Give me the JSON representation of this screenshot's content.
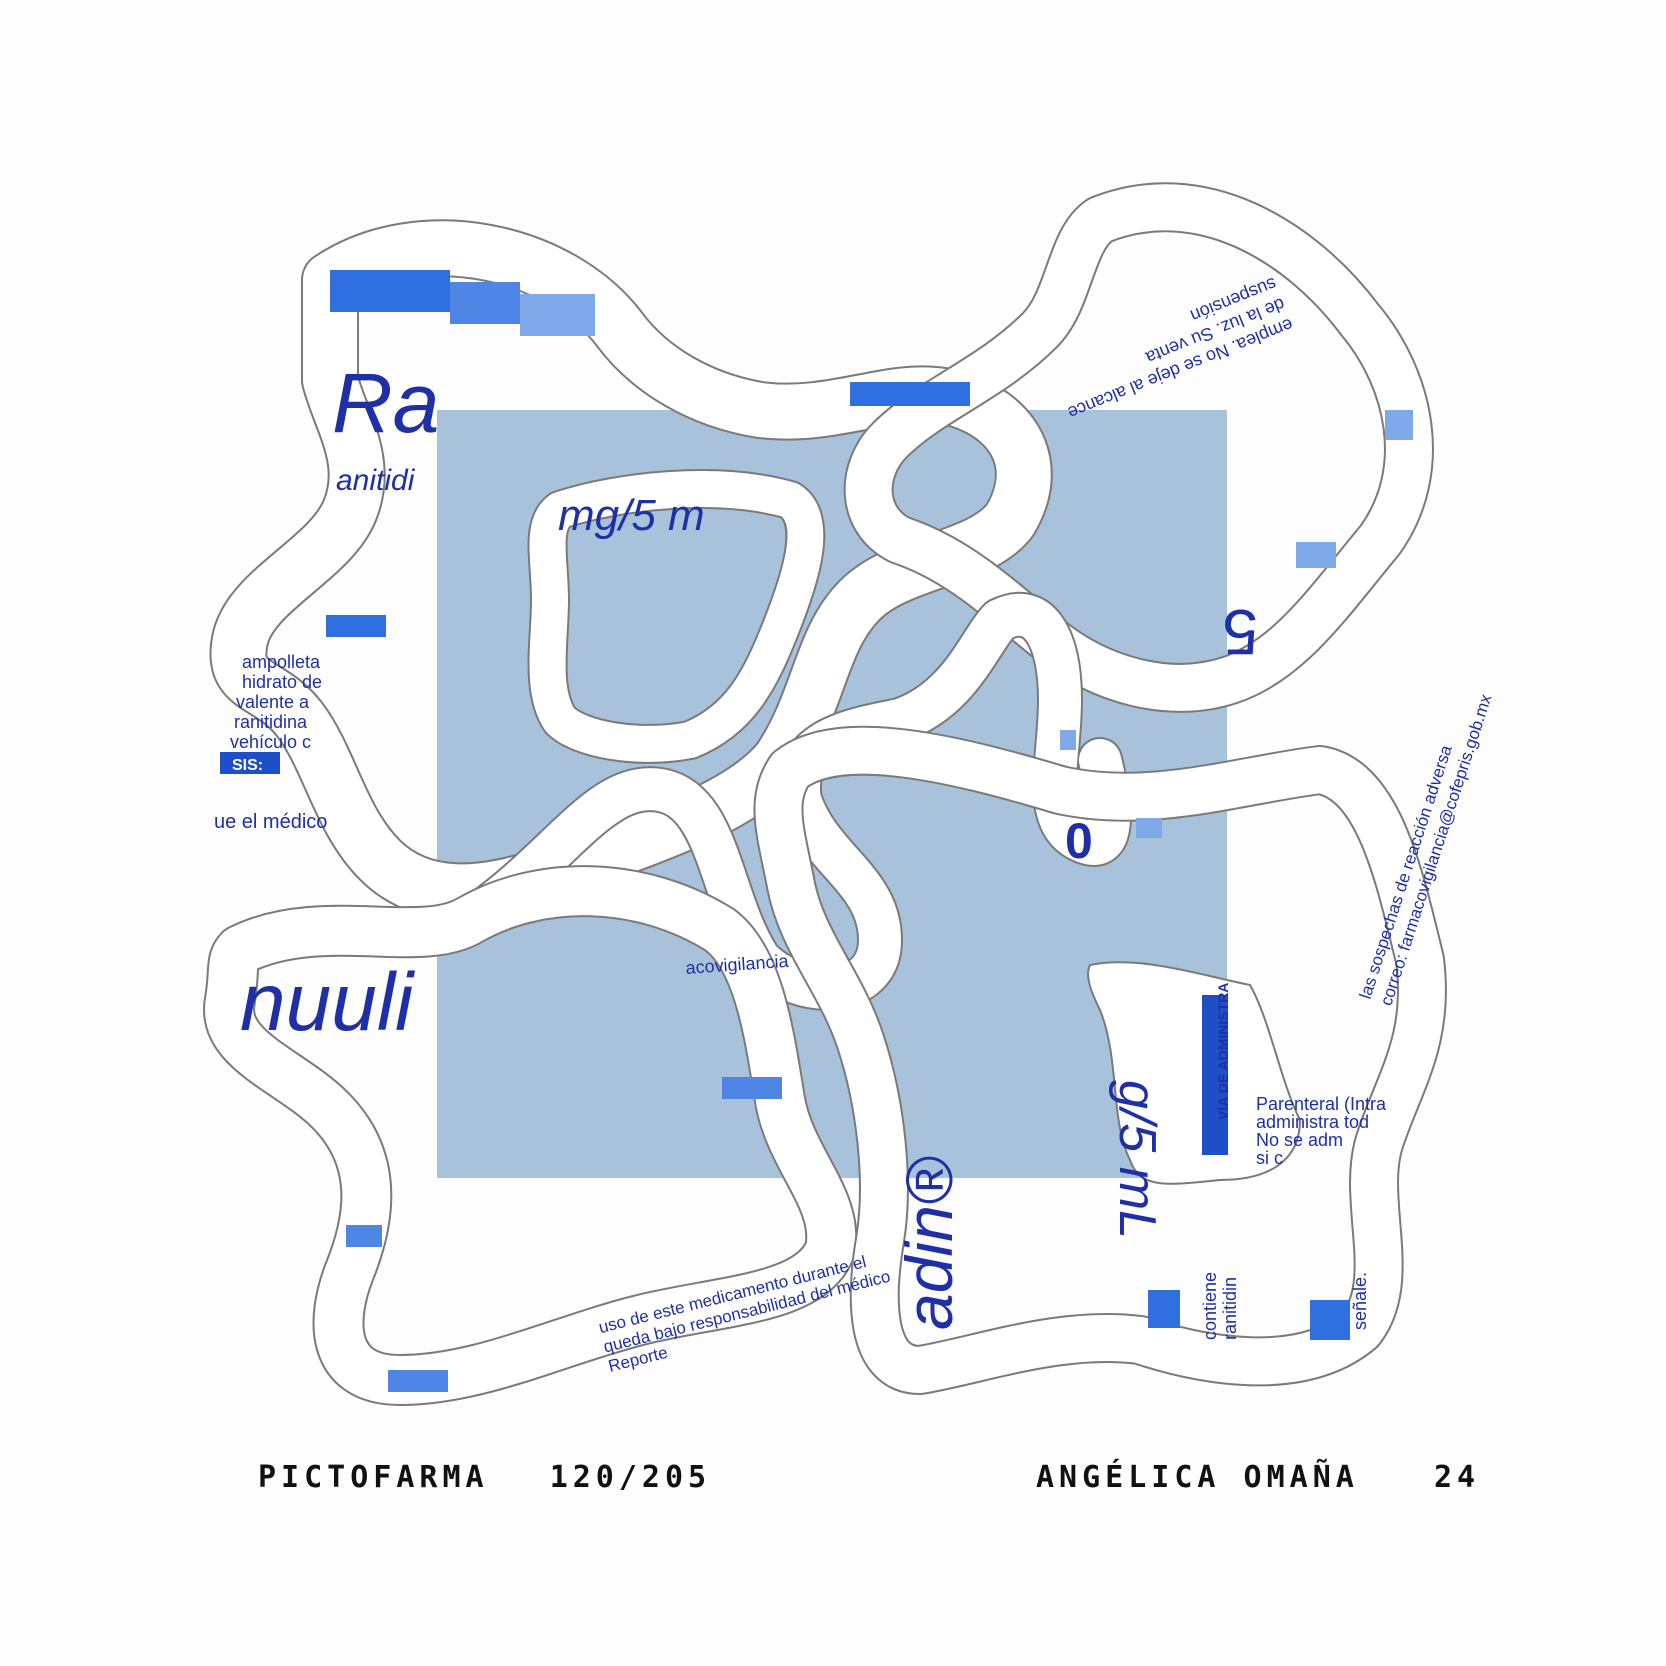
{
  "colors": {
    "paper": "#fdfdfd",
    "backing_square": "#a9c2dc",
    "cutout_paper": "#ffffff",
    "print_blue": "#1f2fa6",
    "accent_blue": "#2f6fe0",
    "light_blue": "#7fa9e8",
    "caption_ink": "#111111"
  },
  "caption": {
    "series": "PICTOFARMA",
    "edition": "120/205",
    "artist": "ANGÉLICA OMAÑA",
    "number": "24"
  },
  "fragments": {
    "brand_top": "Ra",
    "brand_sub": "anitidi",
    "dose_top": "mg/5 m",
    "big_5": "5",
    "zero": "0",
    "brand_bottom_left": "nuuli",
    "brand_bottom_mid": "adin®",
    "dose_bottom": "g/5 mL",
    "left_text": [
      "ampolleta",
      "hidrato de",
      "valente a",
      "ranitidina",
      "vehículo c"
    ],
    "dosis": "SIS:",
    "medico": "ue el médico",
    "via": "VÍA DE ADMINISTRA",
    "parenteral": [
      "Parenteral (Intra",
      "administra tod",
      "No se adm",
      "si c"
    ],
    "right_text": [
      "las sospechas de reacción adversa",
      "correo: farmacovigilancia@cofepris.gob.mx"
    ],
    "bottom_text": [
      "uso de este medicamento durante el",
      "queda bajo responsabilidad del médico",
      "Reporte"
    ],
    "farmaco": "acovigilancia",
    "contiene": [
      "contiene",
      "ranitidin"
    ],
    "senale": "señale.",
    "upside_down": [
      "emplea. No se deje al alcance",
      "de la luz. Su venta",
      "suspensión"
    ]
  }
}
